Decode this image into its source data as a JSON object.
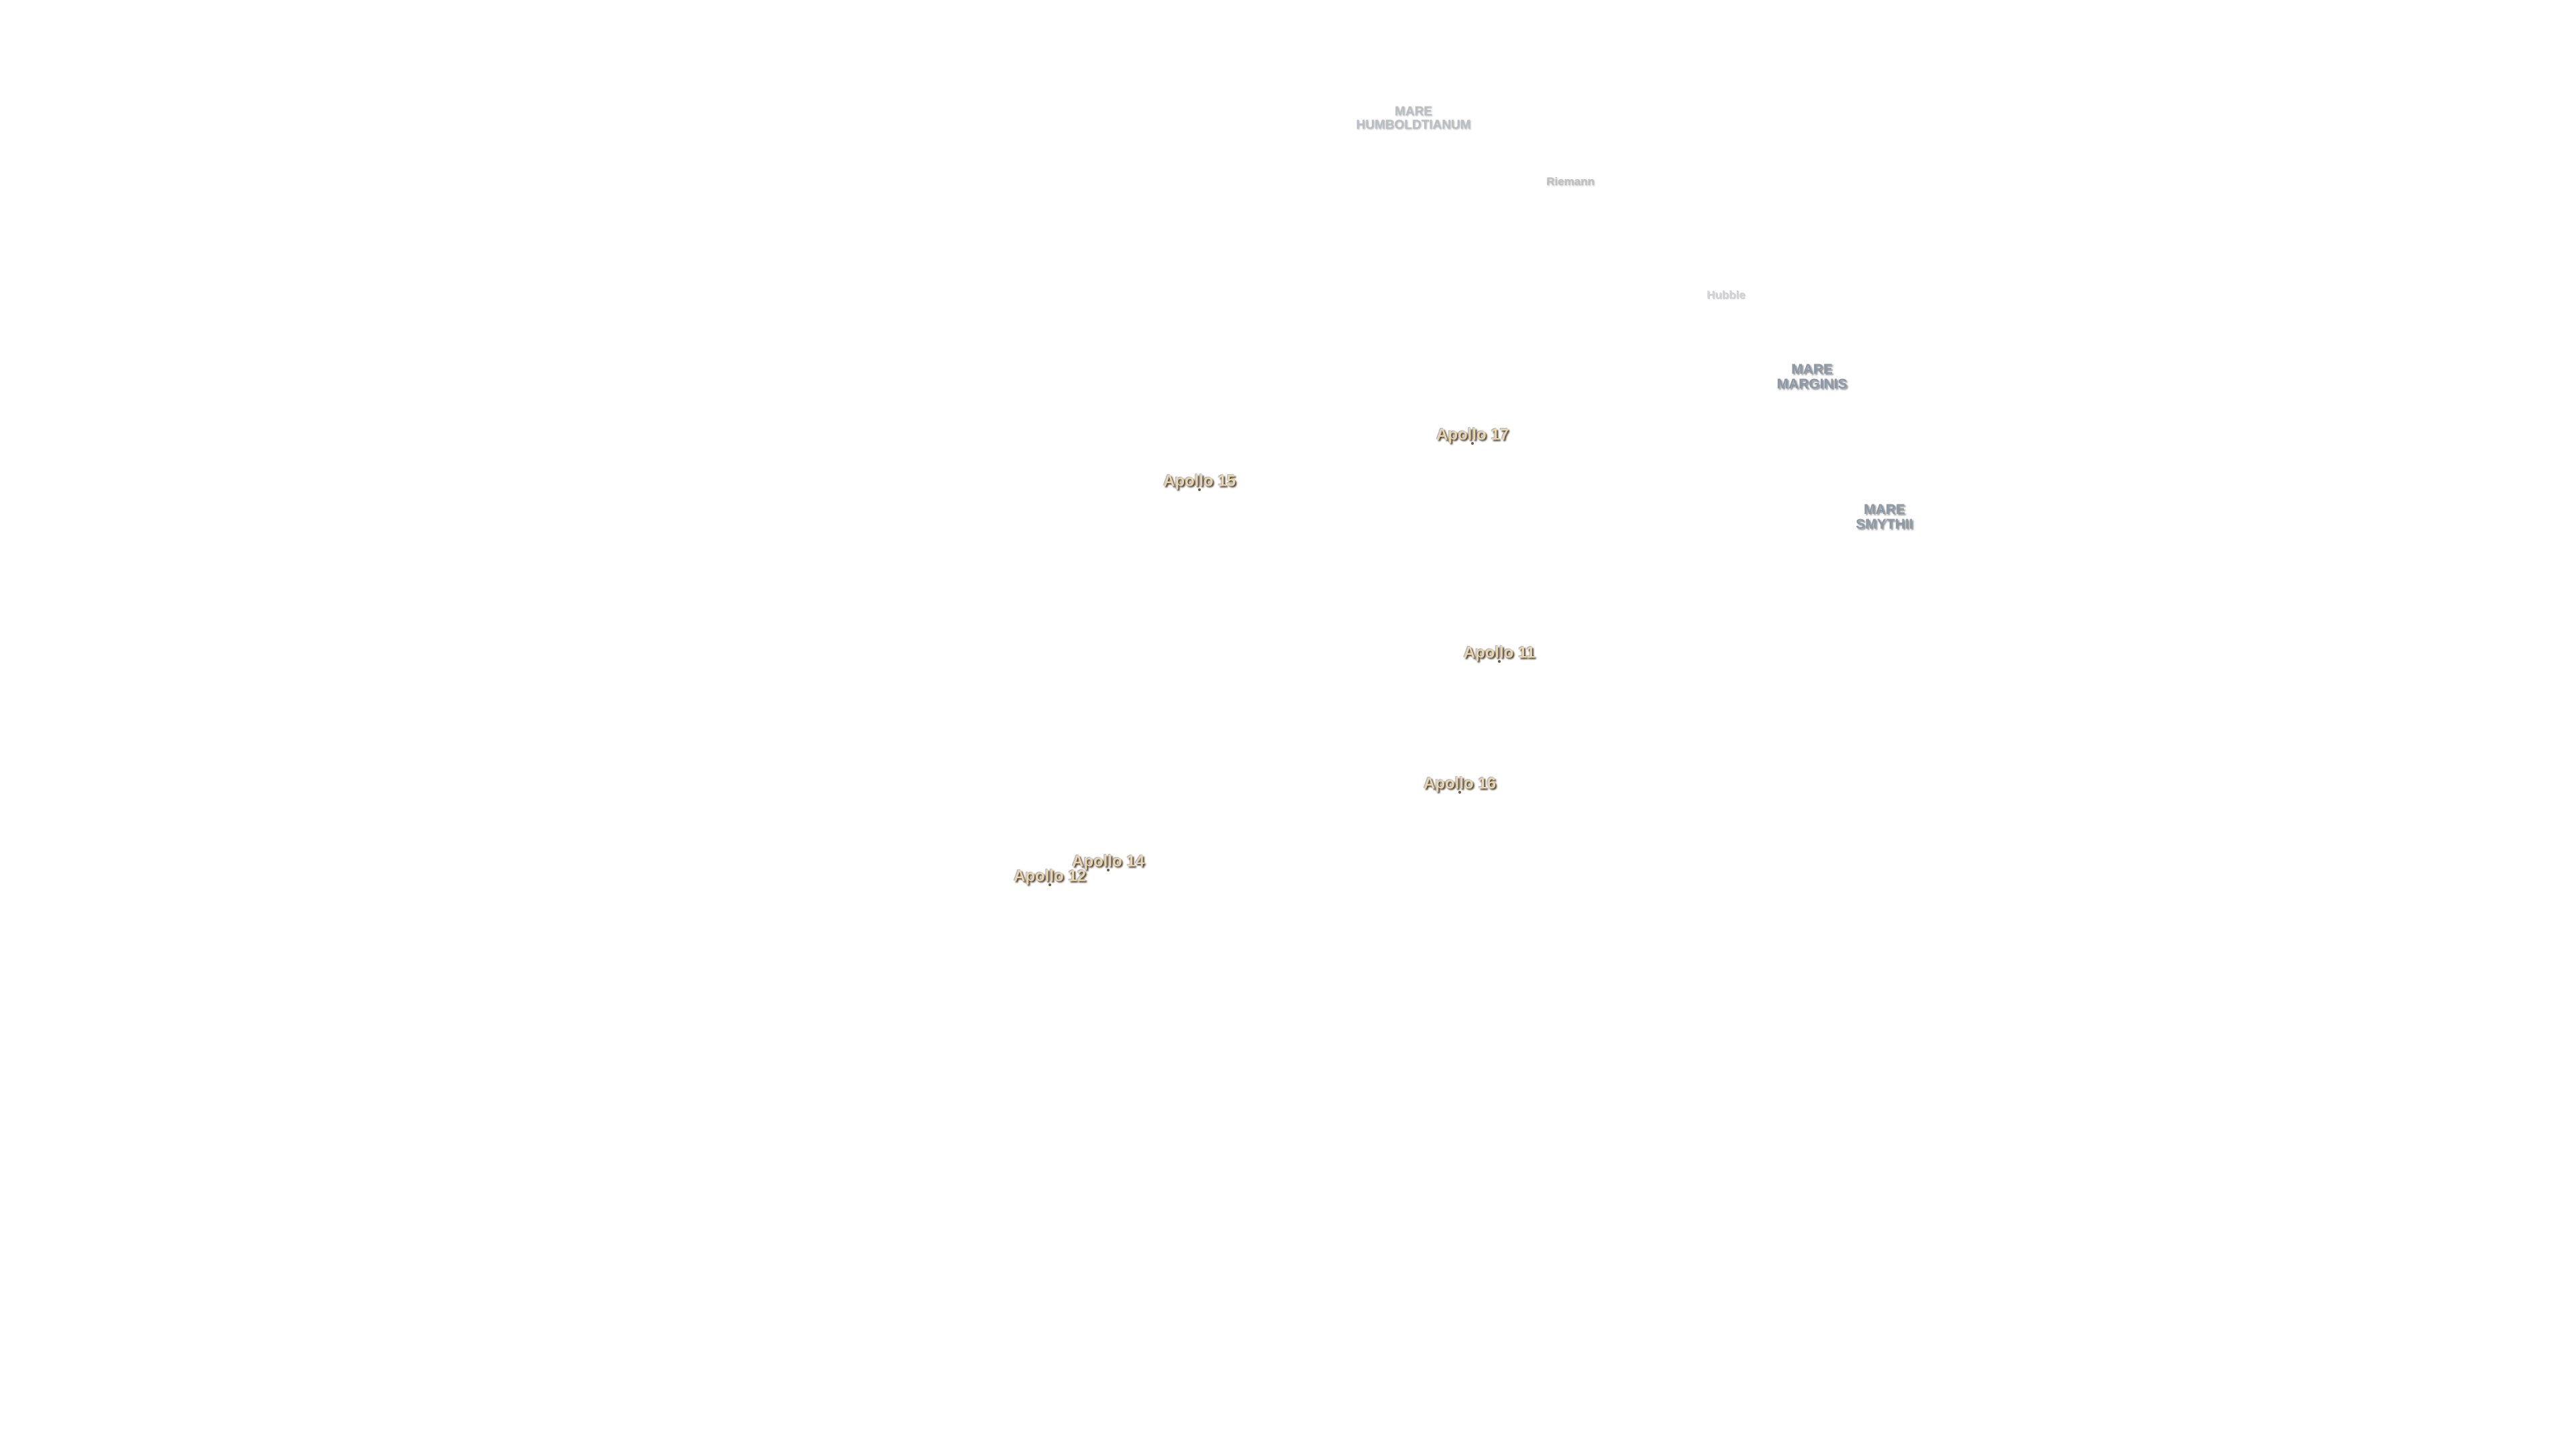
{
  "maria": [
    {
      "id": "humboldtianum",
      "lines": [
        "MARE",
        "HUMBOLDTIANUM"
      ],
      "faint": true
    },
    {
      "id": "marginis",
      "lines": [
        "MARE",
        "MARGINIS"
      ],
      "faint": false
    },
    {
      "id": "smythii",
      "lines": [
        "MARE",
        "SMYTHII"
      ],
      "faint": false
    }
  ],
  "craters": [
    {
      "id": "riemann",
      "label": "Riemann",
      "faint": false
    },
    {
      "id": "hubble",
      "label": "Hubble",
      "faint": true
    }
  ],
  "sites": [
    {
      "id": "apollo-17",
      "label": "Apollo 17"
    },
    {
      "id": "apollo-15",
      "label": "Apollo 15"
    },
    {
      "id": "apollo-11",
      "label": "Apollo 11"
    },
    {
      "id": "apollo-16",
      "label": "Apollo 16"
    },
    {
      "id": "apollo-14",
      "label": "Apollo 14"
    },
    {
      "id": "apollo-12",
      "label": "Apollo 12"
    }
  ]
}
